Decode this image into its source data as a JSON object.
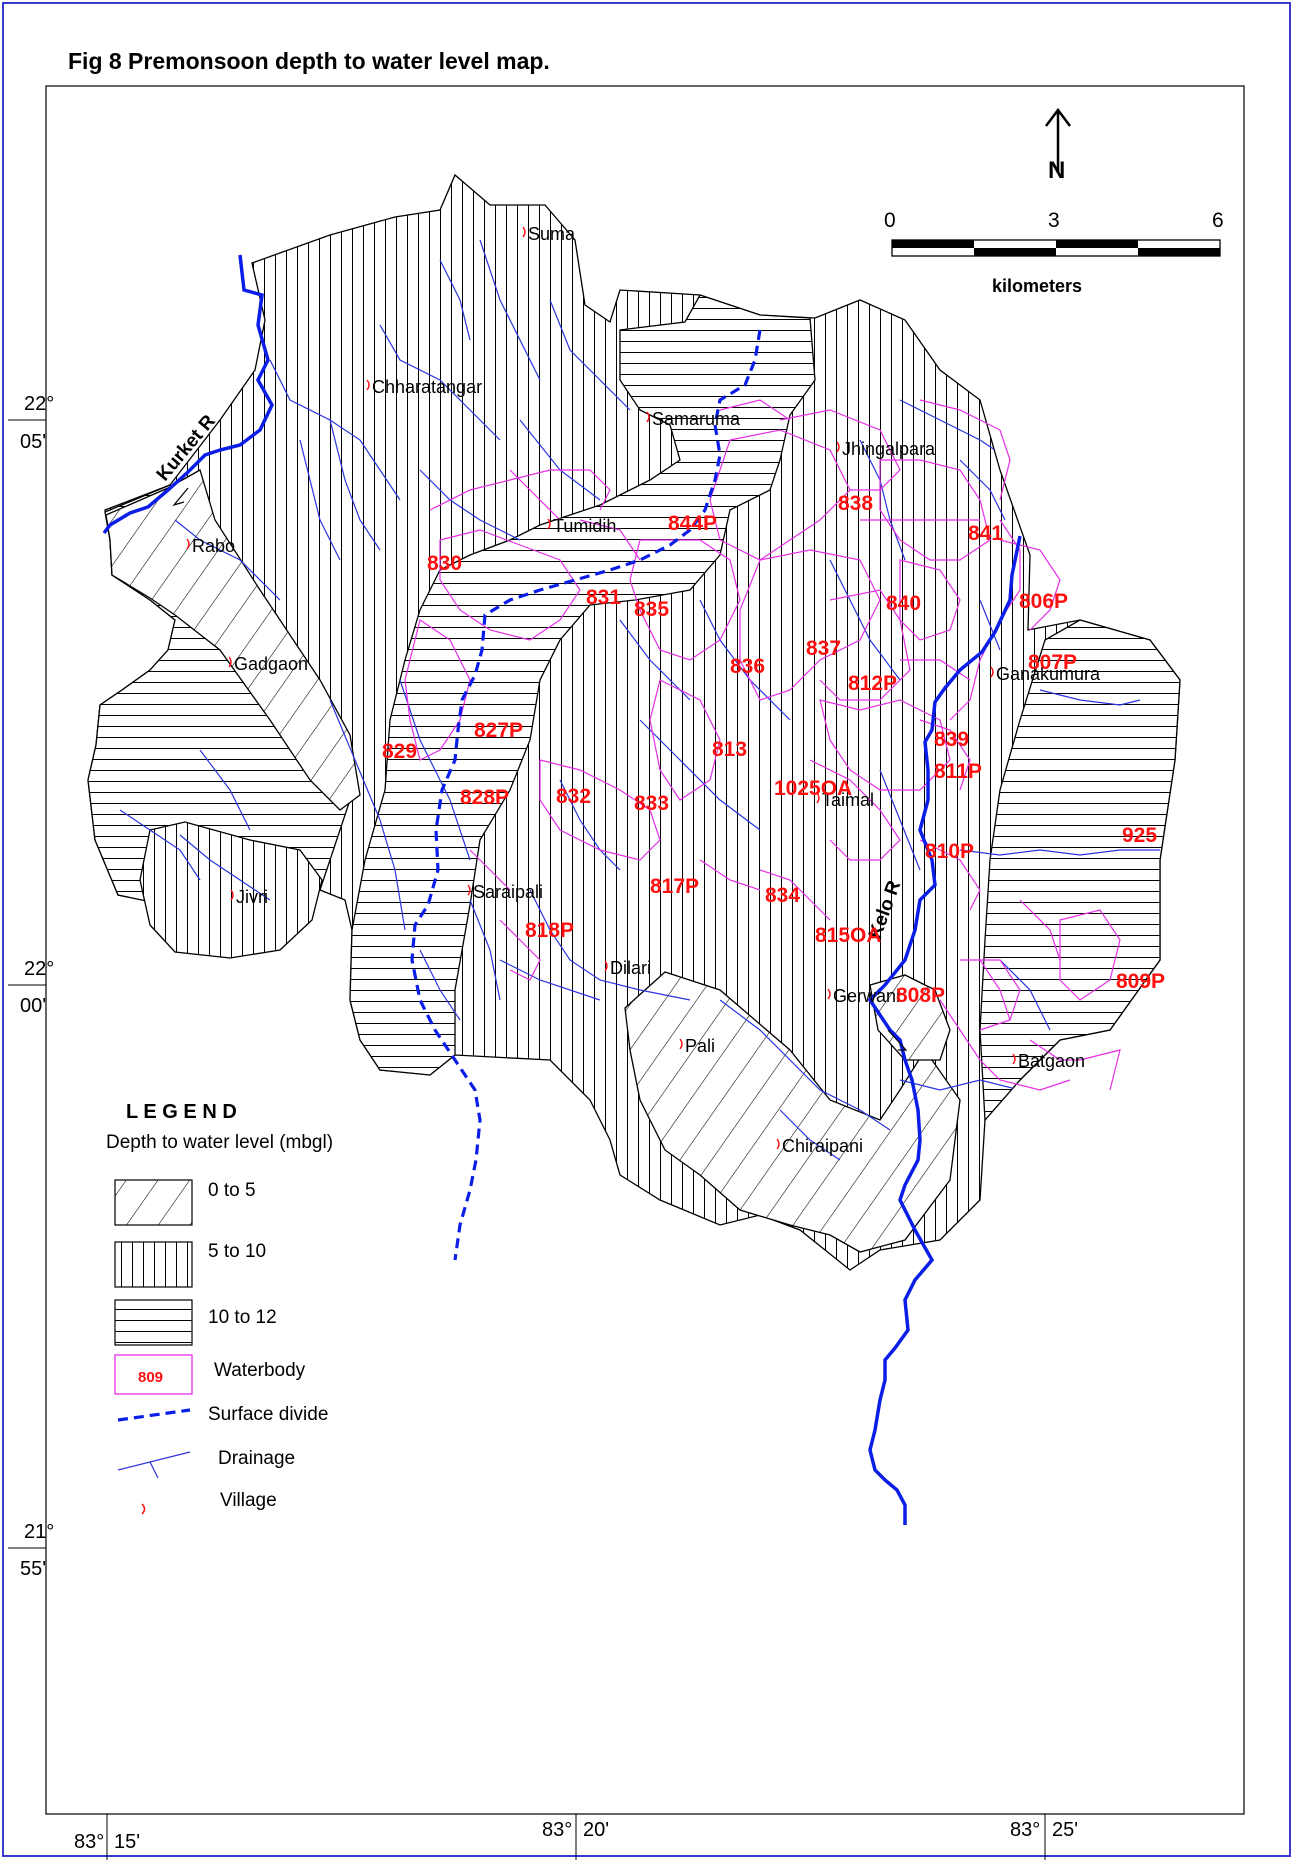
{
  "title": "Fig 8   Premonsoon depth to water level map.",
  "colors": {
    "frame": "#3a3ad0",
    "river": "#0a1ee8",
    "drainage": "#2a34e0",
    "waterbody": "#e62ee6",
    "label": "#ff1010",
    "village_marker": "#ff1010"
  },
  "north_arrow": {
    "label": "N"
  },
  "scale_bar": {
    "ticks": [
      "0",
      "3",
      "6"
    ],
    "unit": "kilometers"
  },
  "coordinates": {
    "lat": [
      {
        "deg": "22°",
        "min": "05'"
      },
      {
        "deg": "22°",
        "min": "00'"
      },
      {
        "deg": "21°",
        "min": "55'"
      }
    ],
    "lon": [
      {
        "deg": "83°",
        "min": "15'"
      },
      {
        "deg": "83°",
        "min": "20'"
      },
      {
        "deg": "83°",
        "min": "25'"
      }
    ]
  },
  "rivers": [
    {
      "name": "Kurket R"
    },
    {
      "name": "Kelo R"
    }
  ],
  "villages": [
    "Suma",
    "Chharatangar",
    "Samaruma",
    "Jhingalpara",
    "Tumidih",
    "Rabo",
    "Gadgaon",
    "Ganakumura",
    "Taimal",
    "Jivri",
    "Saraipali",
    "Dilari",
    "Gerwani",
    "Pali",
    "Batgaon",
    "Chiraipani"
  ],
  "waterbody_labels": [
    "838",
    "841",
    "844P",
    "830",
    "831",
    "835",
    "840",
    "806P",
    "837",
    "836",
    "812P",
    "807P",
    "827P",
    "813",
    "839",
    "829",
    "811P",
    "828P",
    "1025OA",
    "833",
    "832",
    "810P",
    "925",
    "817P",
    "834",
    "818P",
    "815OA",
    "808P",
    "809P"
  ],
  "legend": {
    "title": "L E G E N D",
    "subtitle": "Depth to water level (mbgl)",
    "items": [
      {
        "label": "0 to 5"
      },
      {
        "label": "5 to 10"
      },
      {
        "label": "10 to 12"
      },
      {
        "label": "Waterbody",
        "sample": "809"
      },
      {
        "label": "Surface divide"
      },
      {
        "label": "Drainage"
      },
      {
        "label": "Village"
      }
    ]
  }
}
